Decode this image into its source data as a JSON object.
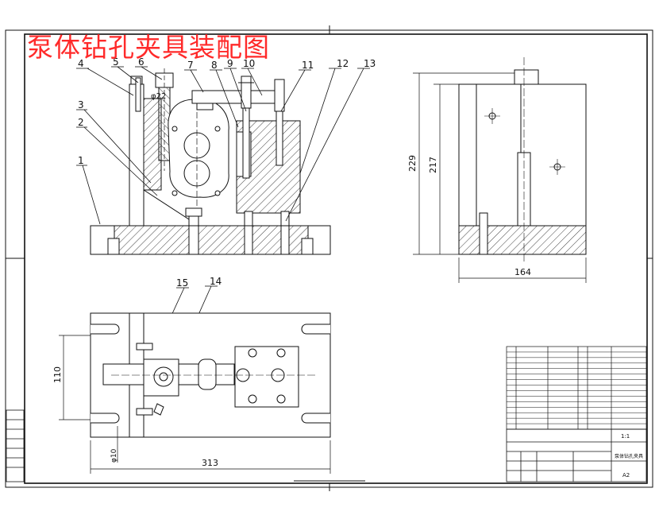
{
  "title": "泵体钻孔夹具装配图",
  "balloons": [
    "1",
    "2",
    "3",
    "4",
    "5",
    "6",
    "7",
    "8",
    "9",
    "10",
    "11",
    "12",
    "13",
    "14",
    "15"
  ],
  "dimensions": {
    "height_overall": "229",
    "height_body": "217",
    "width_side": "164",
    "width_base": "313",
    "depth_top": "110",
    "fit_small": "φ22",
    "fit_bottom": "φ10"
  },
  "title_block": {
    "scale_label": "1:1",
    "sheet_label": "A2",
    "drawing_name": "泵体钻孔夹具"
  },
  "colors": {
    "line": "#111111",
    "title": "#ff2a2a",
    "paper": "#ffffff"
  }
}
